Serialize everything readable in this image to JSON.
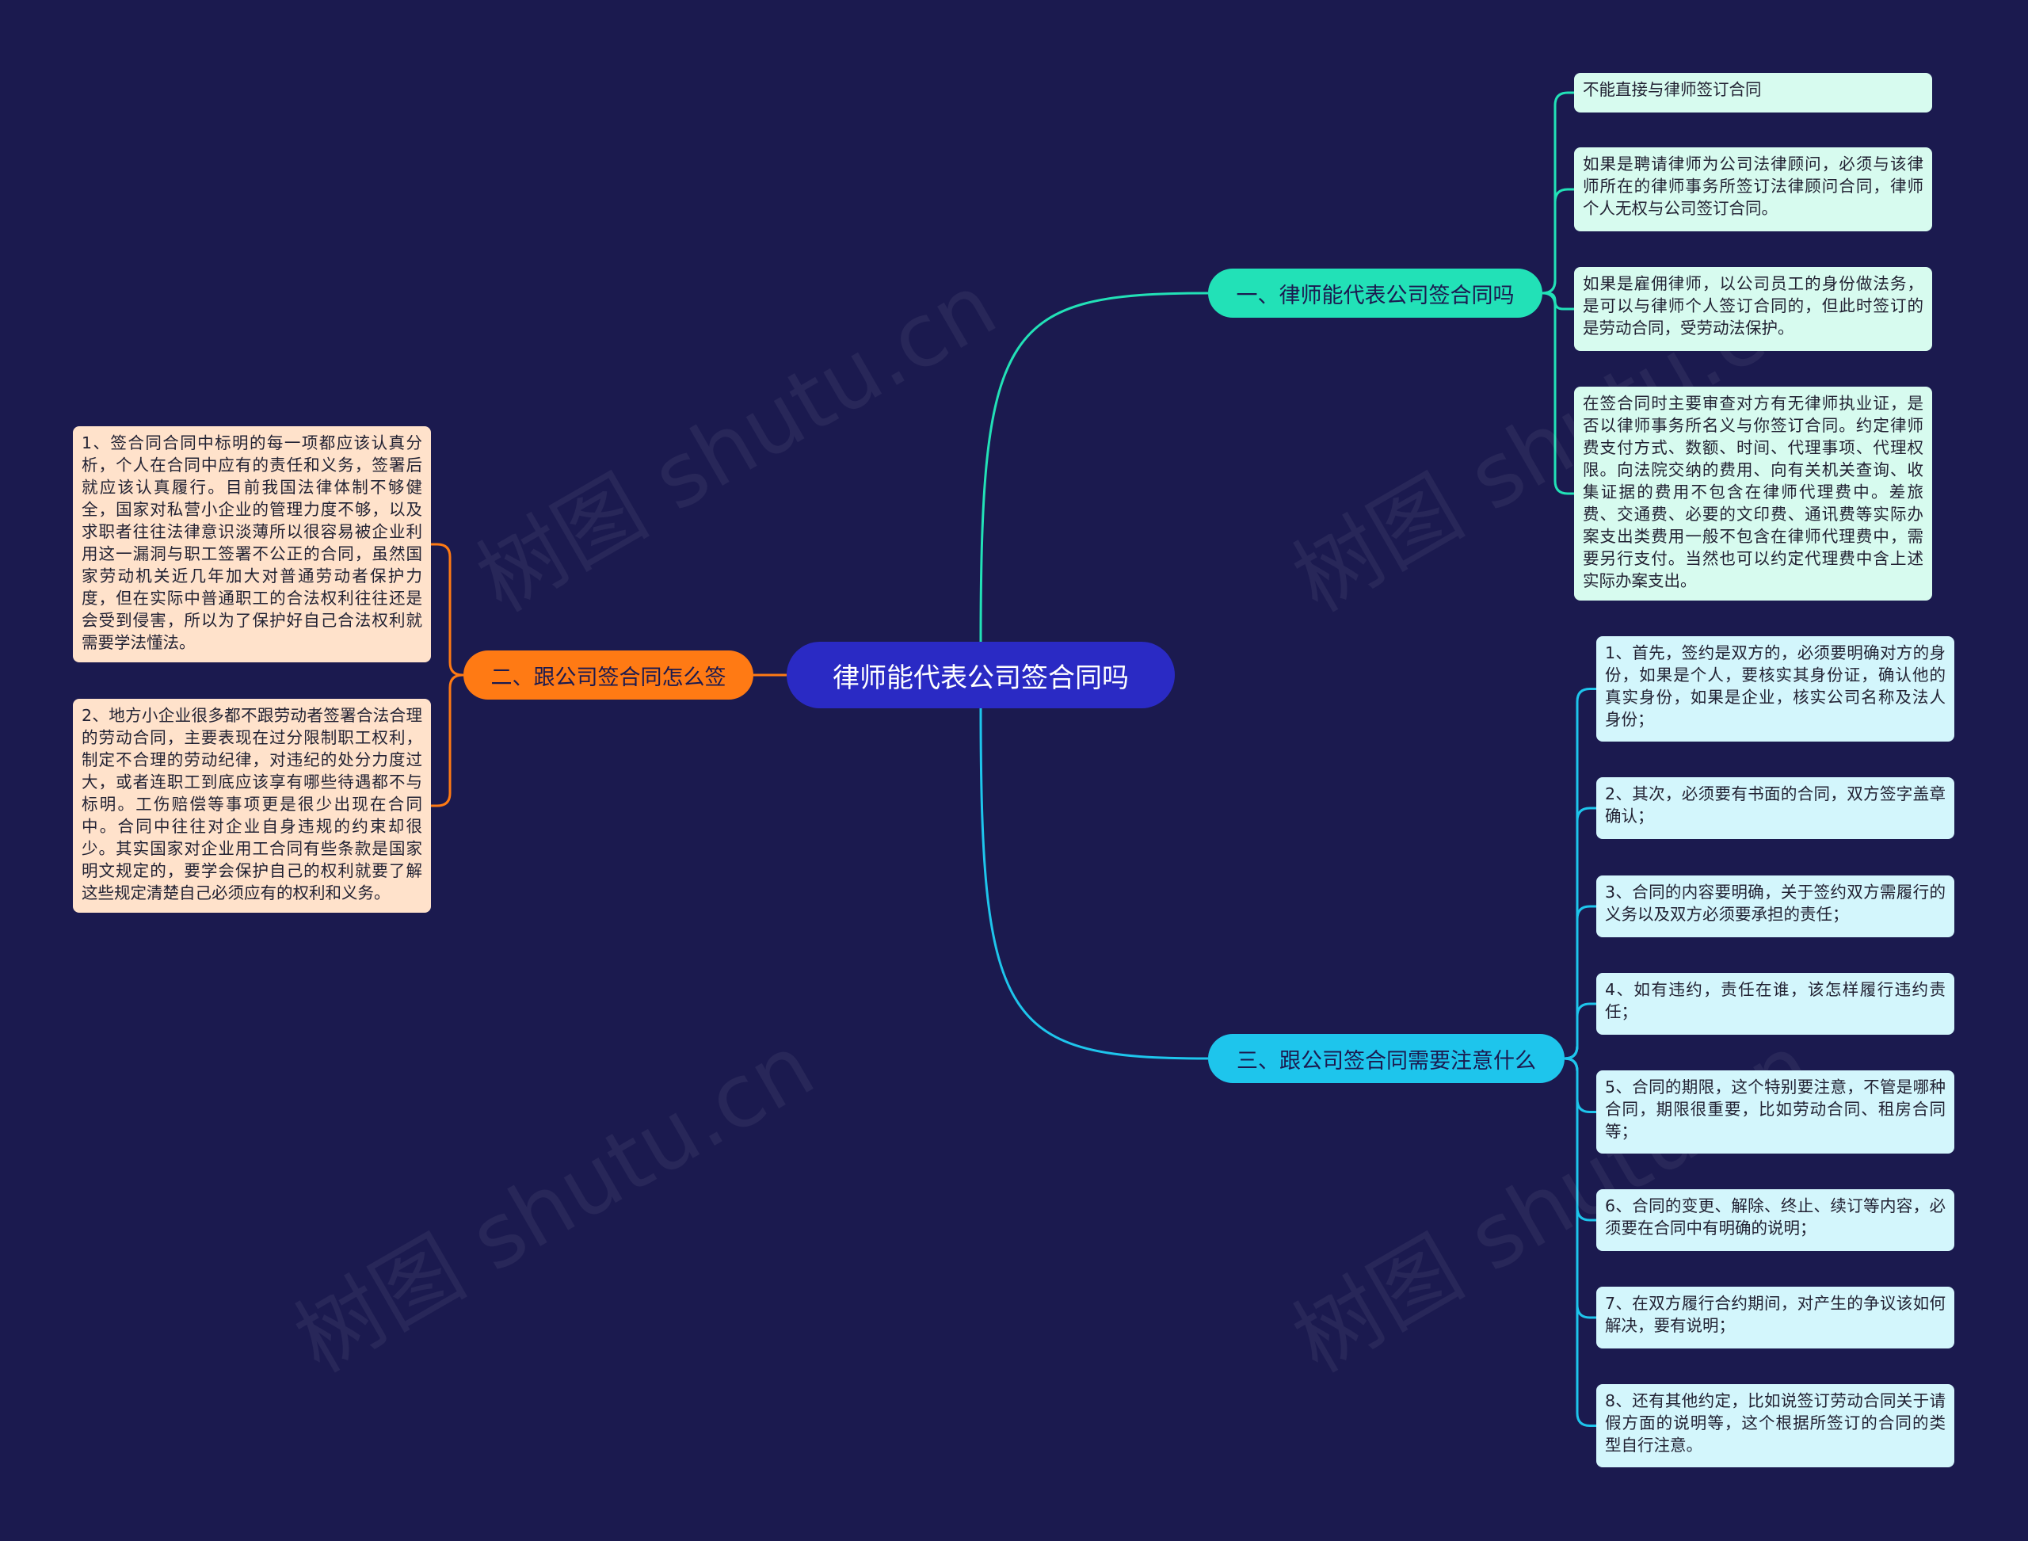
{
  "root": {
    "label": "律师能代表公司签合同吗"
  },
  "colors": {
    "background": "#1b1a4f",
    "root": "#2a2ac4",
    "branch1": "#22e1b7",
    "branch2": "#ff7a14",
    "branch3": "#1ec5ec",
    "leaf1": "#d7fbef",
    "leaf2": "#ffe2cb",
    "leaf3": "#d3f6fc"
  },
  "watermark": "树图 shutu.cn",
  "branches": [
    {
      "label": "一、律师能代表公司签合同吗",
      "leaves": [
        "不能直接与律师签订合同",
        "如果是聘请律师为公司法律顾问，必须与该律师所在的律师事务所签订法律顾问合同，律师个人无权与公司签订合同。",
        "如果是雇佣律师，以公司员工的身份做法务，是可以与律师个人签订合同的，但此时签订的是劳动合同，受劳动法保护。",
        "在签合同时主要审查对方有无律师执业证，是否以律师事务所名义与你签订合同。约定律师费支付方式、数额、时间、代理事项、代理权限。向法院交纳的费用、向有关机关查询、收集证据的费用不包含在律师代理费中。差旅费、交通费、必要的文印费、通讯费等实际办案支出类费用一般不包含在律师代理费中，需要另行支付。当然也可以约定代理费中含上述实际办案支出。"
      ]
    },
    {
      "label": "二、跟公司签合同怎么签",
      "leaves": [
        "1、签合同合同中标明的每一项都应该认真分析，个人在合同中应有的责任和义务，签署后就应该认真履行。目前我国法律体制不够健全，国家对私营小企业的管理力度不够，以及求职者往往法律意识淡薄所以很容易被企业利用这一漏洞与职工签署不公正的合同，虽然国家劳动机关近几年加大对普通劳动者保护力度，但在实际中普通职工的合法权利往往还是会受到侵害，所以为了保护好自己合法权利就需要学法懂法。",
        "2、地方小企业很多都不跟劳动者签署合法合理的劳动合同，主要表现在过分限制职工权利，制定不合理的劳动纪律，对违纪的处分力度过大，或者连职工到底应该享有哪些待遇都不与标明。工伤赔偿等事项更是很少出现在合同中。合同中往往对企业自身违规的约束却很少。其实国家对企业用工合同有些条款是国家明文规定的，要学会保护自己的权利就要了解这些规定清楚自己必须应有的权利和义务。"
      ]
    },
    {
      "label": "三、跟公司签合同需要注意什么",
      "leaves": [
        "1、首先，签约是双方的，必须要明确对方的身份，如果是个人，要核实其身份证，确认他的真实身份，如果是企业，核实公司名称及法人身份；",
        "2、其次，必须要有书面的合同，双方签字盖章确认；",
        "3、合同的内容要明确，关于签约双方需履行的义务以及双方必须要承担的责任；",
        "4、如有违约，责任在谁，该怎样履行违约责任；",
        "5、合同的期限，这个特别要注意，不管是哪种合同，期限很重要，比如劳动合同、租房合同等；",
        "6、合同的变更、解除、终止、续订等内容，必须要在合同中有明确的说明；",
        "7、在双方履行合约期间，对产生的争议该如何解决，要有说明；",
        "8、还有其他约定，比如说签订劳动合同关于请假方面的说明等，这个根据所签订的合同的类型自行注意。"
      ]
    }
  ]
}
